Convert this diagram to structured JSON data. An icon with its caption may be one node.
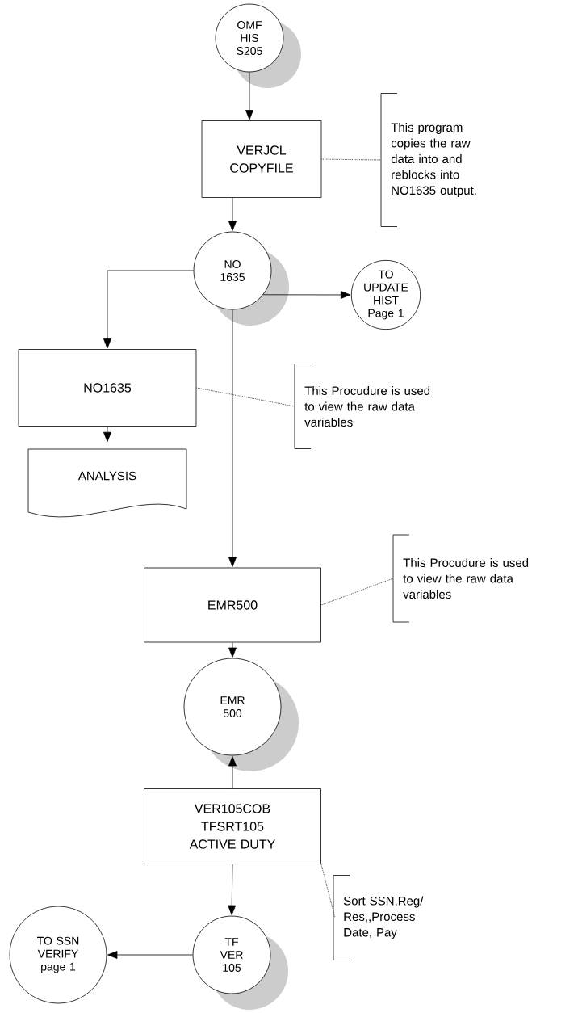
{
  "diagram": {
    "nodes": [
      {
        "text": [
          "OMF HIS S205"
        ]
      },
      {
        "text": [
          "VERJCL COPYFILE"
        ]
      },
      {
        "text": [
          "This program copies the raw data into and reblocks into NO1635 output."
        ]
      },
      {
        "text": [
          "NO 1635"
        ]
      },
      {
        "text": [
          "TO UPDATE HIST Page 1"
        ]
      },
      {
        "text": [
          "NO1635"
        ]
      },
      {
        "text": [
          "ANALYSIS"
        ]
      },
      {
        "text": [
          "This Procudure is used to view the raw data variables"
        ]
      },
      {
        "text": [
          "EMR500"
        ]
      },
      {
        "text": [
          "This Procudure is used to view the raw data variables"
        ]
      },
      {
        "text": [
          "EMR 500"
        ]
      },
      {
        "text": [
          "VER105COB TFSRT105 ACTIVE DUTY"
        ]
      },
      {
        "text": [
          "Sort SSN,Reg/ Res,,Process Date, Pay"
        ]
      },
      {
        "text": [
          "TF VER 105"
        ]
      },
      {
        "text": [
          "TO SSN VERIFY page 1"
        ]
      }
    ],
    "edges": [
      {
        "from": 0,
        "to": 1,
        "arrow": "to"
      },
      {
        "from": 1,
        "to": 3,
        "arrow": "to"
      },
      {
        "from": 1,
        "to": 2,
        "arrow": "none",
        "style": "dashed"
      },
      {
        "from": 3,
        "to": 4,
        "arrow": "to"
      },
      {
        "from": 3,
        "to": 5,
        "arrow": "to"
      },
      {
        "from": 5,
        "to": 6,
        "arrow": "to"
      },
      {
        "from": 5,
        "to": 7,
        "arrow": "none",
        "style": "dashed"
      },
      {
        "from": 3,
        "to": 8,
        "arrow": "to"
      },
      {
        "from": 8,
        "to": 9,
        "arrow": "none",
        "style": "dashed"
      },
      {
        "from": 8,
        "to": 10,
        "arrow": "to"
      },
      {
        "from": 11,
        "to": 10,
        "arrow": "to"
      },
      {
        "from": 11,
        "to": 12,
        "arrow": "none",
        "style": "dashed"
      },
      {
        "from": 11,
        "to": 13,
        "arrow": "to"
      },
      {
        "from": 13,
        "to": 14,
        "arrow": "to"
      }
    ]
  }
}
